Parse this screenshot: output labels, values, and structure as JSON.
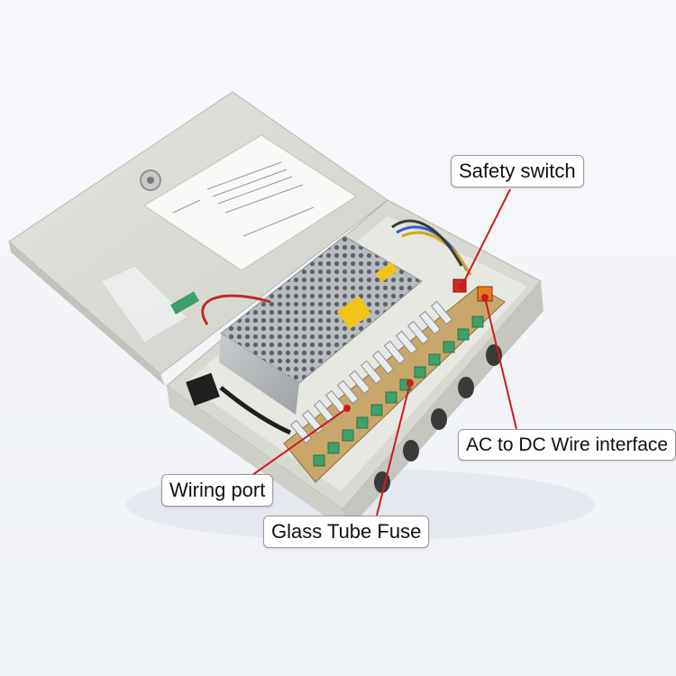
{
  "callouts": {
    "safety_switch": "Safety switch",
    "ac_dc": "AC to DC Wire interface",
    "wiring_port": "Wiring port",
    "glass_fuse": "Glass Tube Fuse"
  },
  "colors": {
    "background": "#f4f6fa",
    "box": "#dcdcd6",
    "pcb": "#c8a86a",
    "terminal": "#3fa06a",
    "leader": "#c81e1e"
  }
}
